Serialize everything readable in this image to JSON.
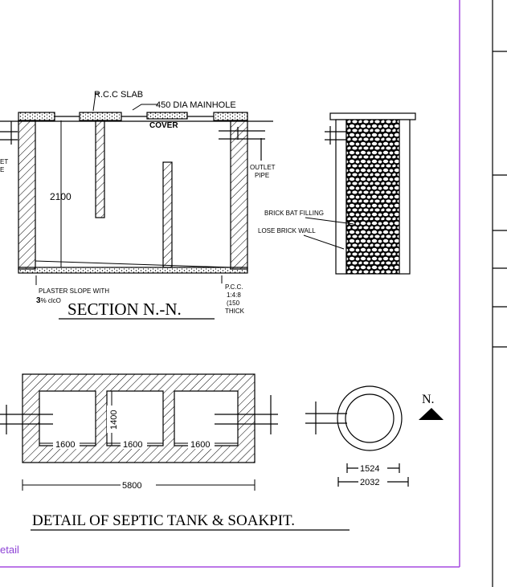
{
  "section": {
    "rcc_slab": "R.C.C SLAB",
    "mainhole": "450 DIA MAINHOLE",
    "cover": "COVER",
    "inlet_pipe_line1": "ET",
    "inlet_pipe_line2": "E",
    "outlet_pipe_line1": "OUTLET",
    "outlet_pipe_line2": "PIPE",
    "depth": "2100",
    "plaster_line1": "PLASTER SLOPE WITH",
    "plaster_pct": "3",
    "plaster_line2": "% clcO",
    "pcc_line1": "P.C.C.",
    "pcc_line2": "1:4:8",
    "pcc_line3": "(150",
    "pcc_line4": "THICK",
    "title": "SECTION N.-N."
  },
  "soakpit_section": {
    "brick_bat": "BRICK BAT FILLING",
    "lose_brick": "LOSE BRICK WALL"
  },
  "plan": {
    "chamber1": "1600",
    "chamber2": "1600",
    "chamber3": "1600",
    "width": "1400",
    "total": "5800"
  },
  "soakpit_plan": {
    "inner": "1524",
    "outer": "2032",
    "north": "N."
  },
  "detail_title": "DETAIL OF  SEPTIC TANK & SOAKPIT",
  "detail_title_end": ".",
  "sheet_label": "etail",
  "colors": {
    "ink": "#000000",
    "border": "#a64ae0",
    "label": "#8e44d6"
  }
}
